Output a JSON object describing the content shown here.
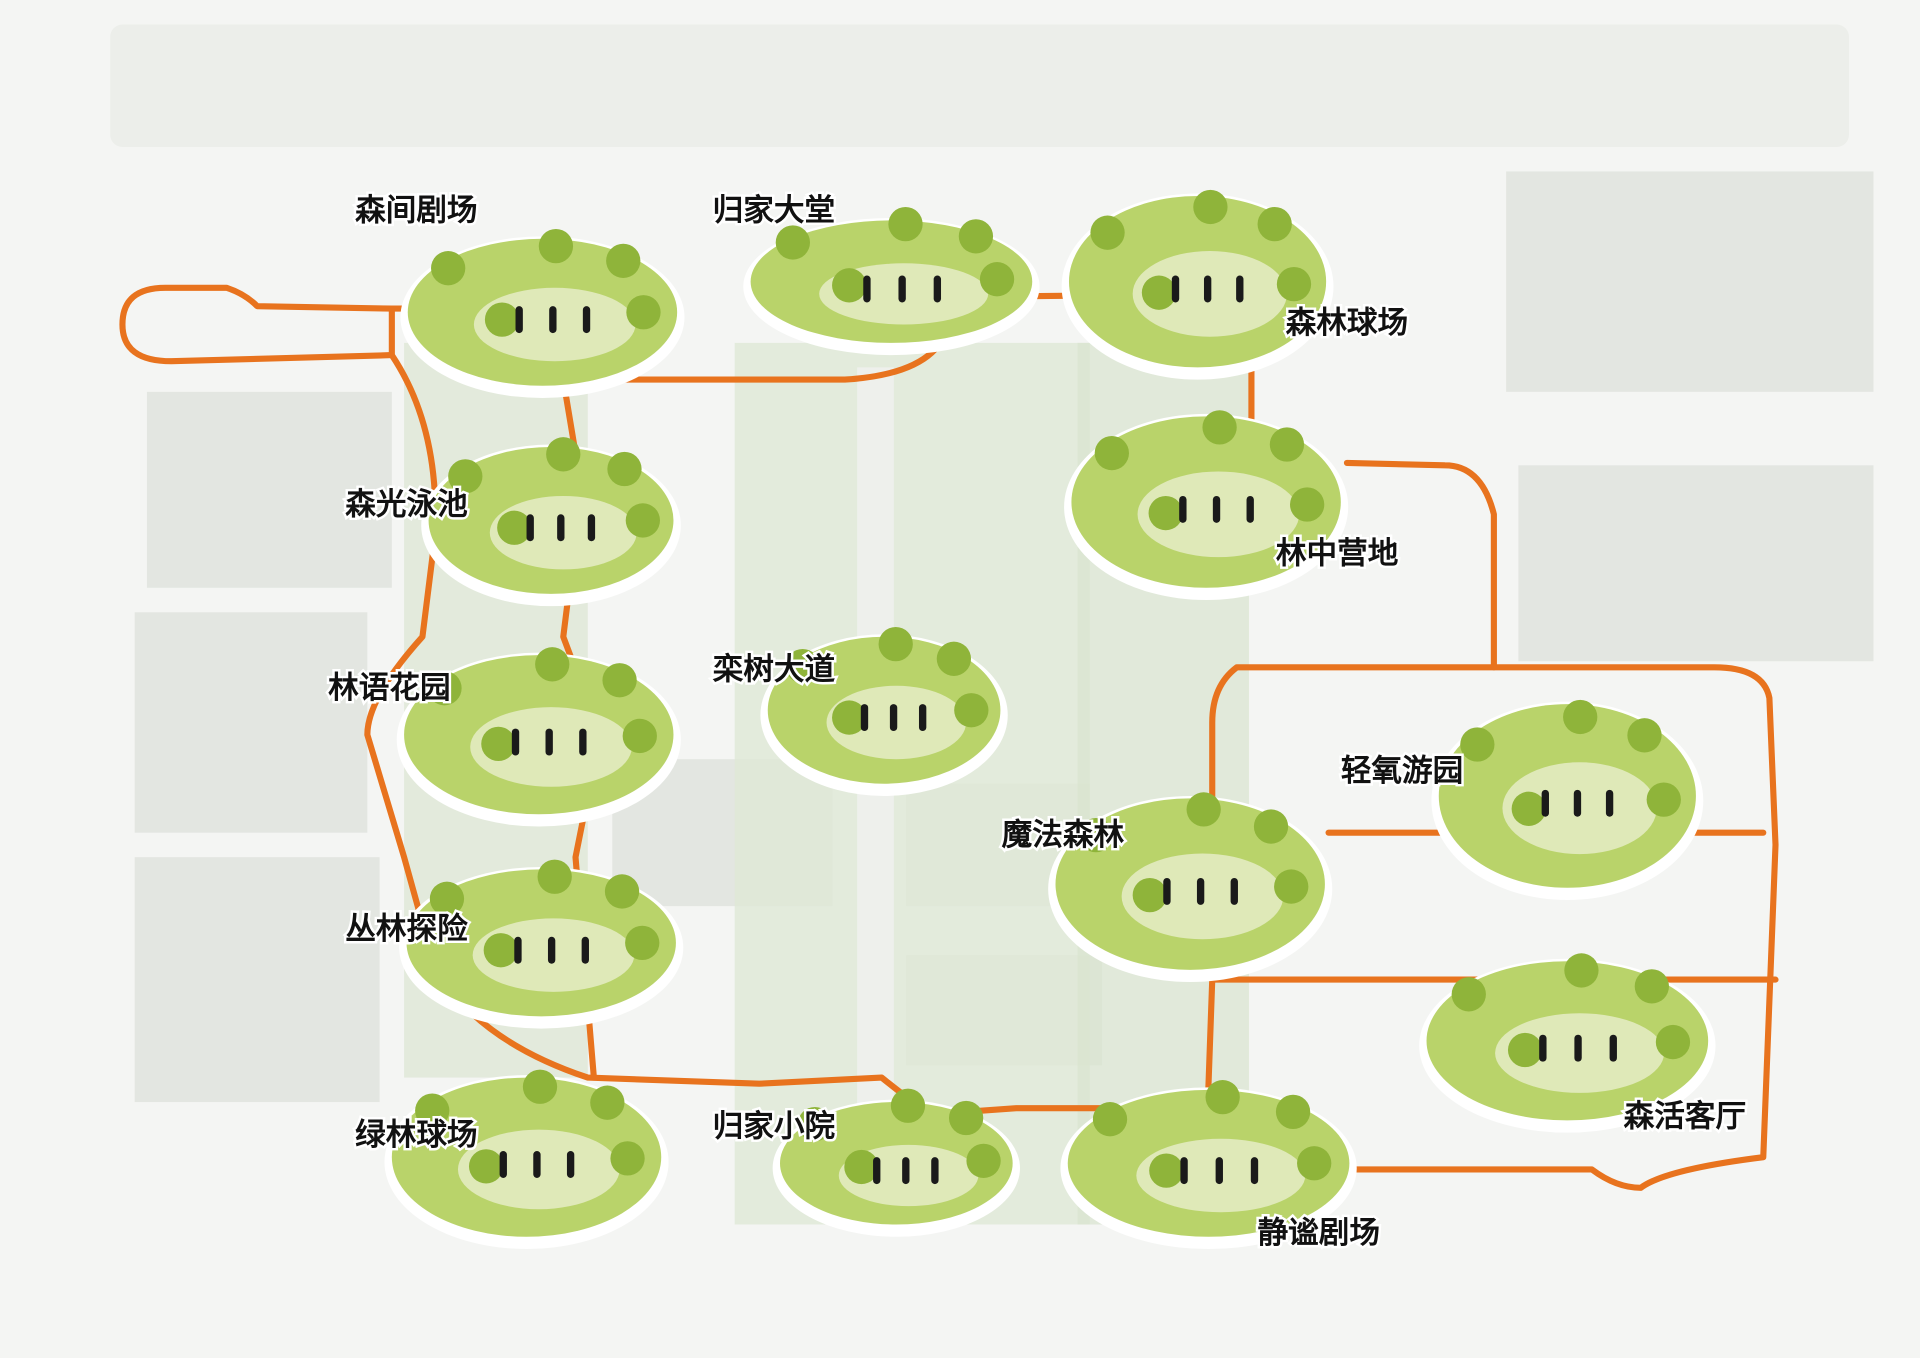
{
  "zones": [
    {
      "id": "senjian-theater",
      "label": "森间剧场"
    },
    {
      "id": "home-lobby",
      "label": "归家大堂"
    },
    {
      "id": "forest-court",
      "label": "森林球场"
    },
    {
      "id": "forest-light-pool",
      "label": "森光泳池"
    },
    {
      "id": "woodland-camp",
      "label": "林中营地"
    },
    {
      "id": "luanshu-avenue",
      "label": "栾树大道"
    },
    {
      "id": "forest-whisper-garden",
      "label": "林语花园"
    },
    {
      "id": "light-oxygen-garden",
      "label": "轻氧游园"
    },
    {
      "id": "magic-forest",
      "label": "魔法森林"
    },
    {
      "id": "jungle-adventure",
      "label": "丛林探险"
    },
    {
      "id": "forest-living-room",
      "label": "森活客厅"
    },
    {
      "id": "green-forest-court",
      "label": "绿林球场"
    },
    {
      "id": "home-courtyard",
      "label": "归家小院"
    },
    {
      "id": "quiet-theater",
      "label": "静谧剧场"
    }
  ],
  "colors": {
    "route": "#e8731e",
    "lawn": "#b9d36a",
    "lawn_light": "#dfe9b8",
    "tree": "#8fb43a",
    "background": "#f4f5f3"
  }
}
